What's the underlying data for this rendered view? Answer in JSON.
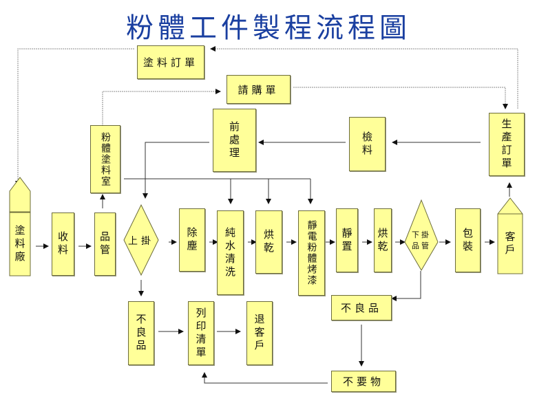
{
  "title": "粉體工件製程流程圖",
  "colors": {
    "title": "#1a3fa0",
    "box_fill": "#ffff99",
    "box_border": "#6b6b3a",
    "line": "#333333",
    "dashed": "#888888"
  },
  "nodes": {
    "coating_order": "塗料訂單",
    "purchase_request": "請購單",
    "pretreatment": "前處理",
    "inspect_material": "檢料",
    "production_order": "生產訂單",
    "powder_room": "粉體塗料室",
    "coating_factory": "塗料廠",
    "receive_material": "收料",
    "qc_in": "品管",
    "hang_up": "上掛",
    "dust_removal": "除塵",
    "pure_water_wash": "純水清洗",
    "drying_1": "烘乾",
    "electrostatic_coating": "靜電粉體烤漆",
    "rest": "靜置",
    "drying_2": "烘乾",
    "unhang_qc_line1": "下掛",
    "unhang_qc_line1b": "掛",
    "unhang_qc_line2": "品管",
    "packaging": "包裝",
    "customer": "客戶",
    "defective_1": "不良品",
    "print_list": "列印清單",
    "return_customer": "退客戶",
    "defective_2": "不良品",
    "unwanted": "不要物"
  }
}
